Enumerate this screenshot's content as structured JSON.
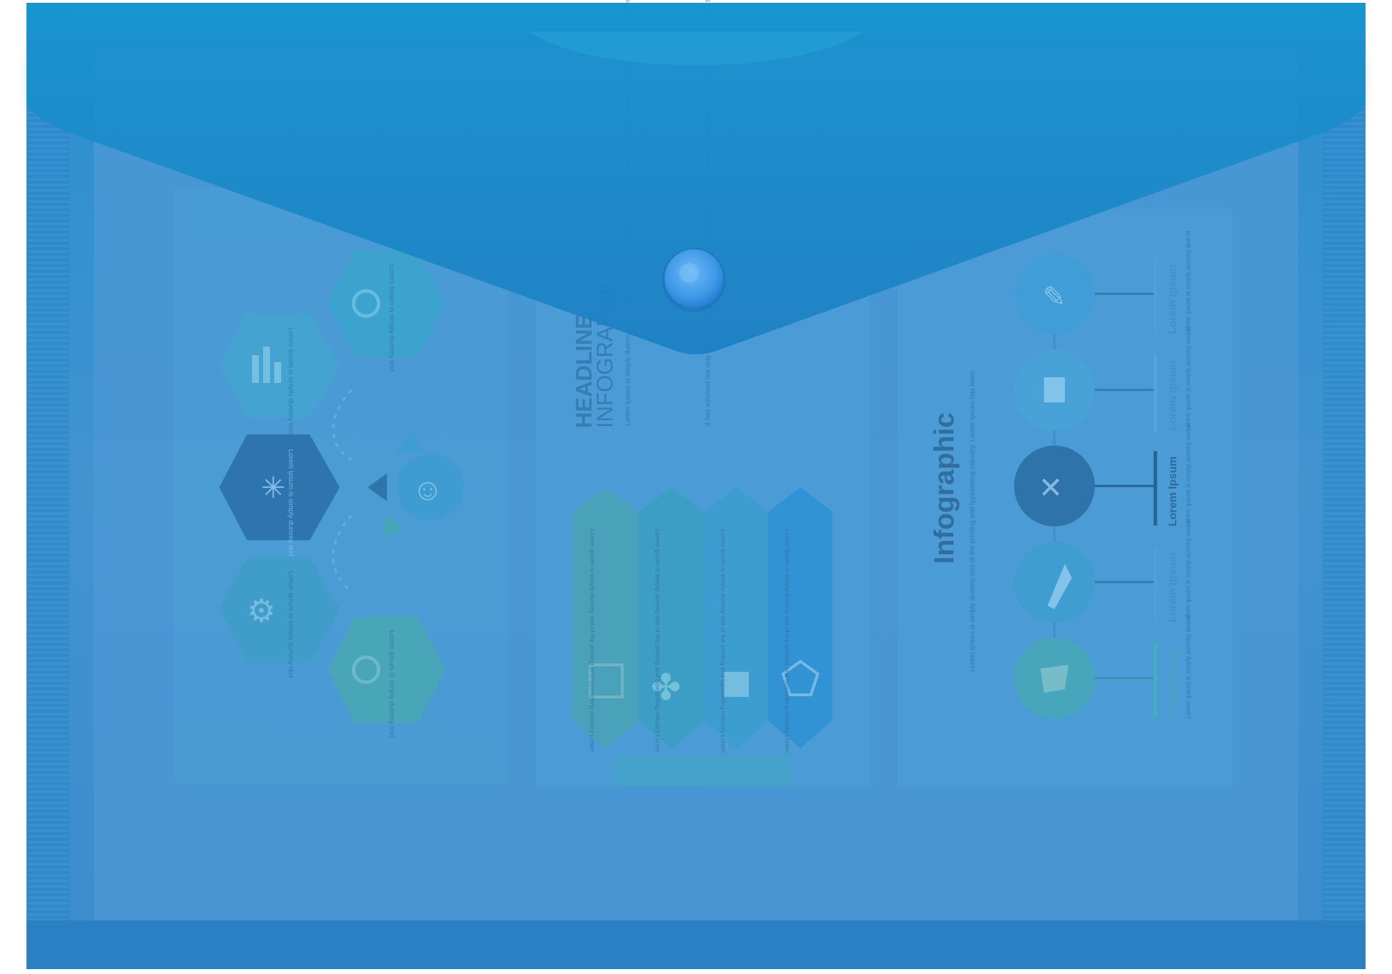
{
  "colors": {
    "folder_body": "#3f8fcf",
    "folder_edge": "#2a7fc2",
    "flap": "#1e86c6",
    "button": "#4aa0ec",
    "inner_sheet": "#4e9dd6",
    "text_faint": "#2f6f9f"
  },
  "page_left": {
    "hex_labels": [
      "Lorem Ipsum is simply dummy text",
      "Lorem Ipsum is simply dummy text",
      "Lorem Ipsum is simply dummy text",
      "Lorem Ipsum is simply dummy text",
      "Lorem Ipsum is simply dummy text"
    ],
    "icons": [
      "wifi-icon",
      "bar-chart-icon",
      "asterisk-icon",
      "gear-icon",
      "signal-icon",
      "team-icon"
    ]
  },
  "page_middle": {
    "headline": "HEADLINE",
    "subheadline": "INFOGRAPHIC",
    "paragraph_1": "Lorem Ipsum is simply dummy text of the printing and typesetting industry. Lorem Ipsum has been the industry's standard dummy text ever since the 1500s, when an unknown printer took a galley of type and scrambled it to make a type specimen book.",
    "paragraph_2": "It has survived not only five centuries, but also the leap into electronic typesetting, remaining essentially unchanged. It was popularised in the 1960s with the release of Letraset sheets containing Lorem Ipsum passages.",
    "arrow_labels": [
      "Lorem Ipsum is simply dummy text of the printing and typesetting industry Lorem",
      "Lorem Ipsum is simply dummy text of the printing and typesetting industry Lorem",
      "Lorem Ipsum is simply dummy text of the printing and typesetting industry Lorem",
      "Lorem Ipsum is simply dummy text of the printing and typesetting industry Lorem"
    ],
    "icons": [
      "grid-icon",
      "clover-icon",
      "boxes-icon",
      "polygon-icon"
    ]
  },
  "page_right": {
    "title": "Infographic",
    "description": "Lorem Ipsum is simply dummy text of the printing and typesetting industry. Lorem Ipsum has been",
    "items": [
      {
        "heading": "Lorem Ipsum",
        "text": "Lorem Ipsum is simply dummy text of",
        "icon": "pencil-icon"
      },
      {
        "heading": "Lorem Ipsum",
        "text": "Lorem Ipsum is simply dummy text of",
        "icon": "document-icon"
      },
      {
        "heading": "Lorem Ipsum",
        "text": "Lorem Ipsum is simply dummy text of",
        "icon": "tools-icon"
      },
      {
        "heading": "Lorem Ipsum",
        "text": "Lorem Ipsum is simply dummy text of",
        "icon": "rocket-icon"
      },
      {
        "heading": "Lorem Ipsum",
        "text": "Lorem Ipsum is simply dummy text of",
        "icon": "map-icon"
      }
    ]
  }
}
